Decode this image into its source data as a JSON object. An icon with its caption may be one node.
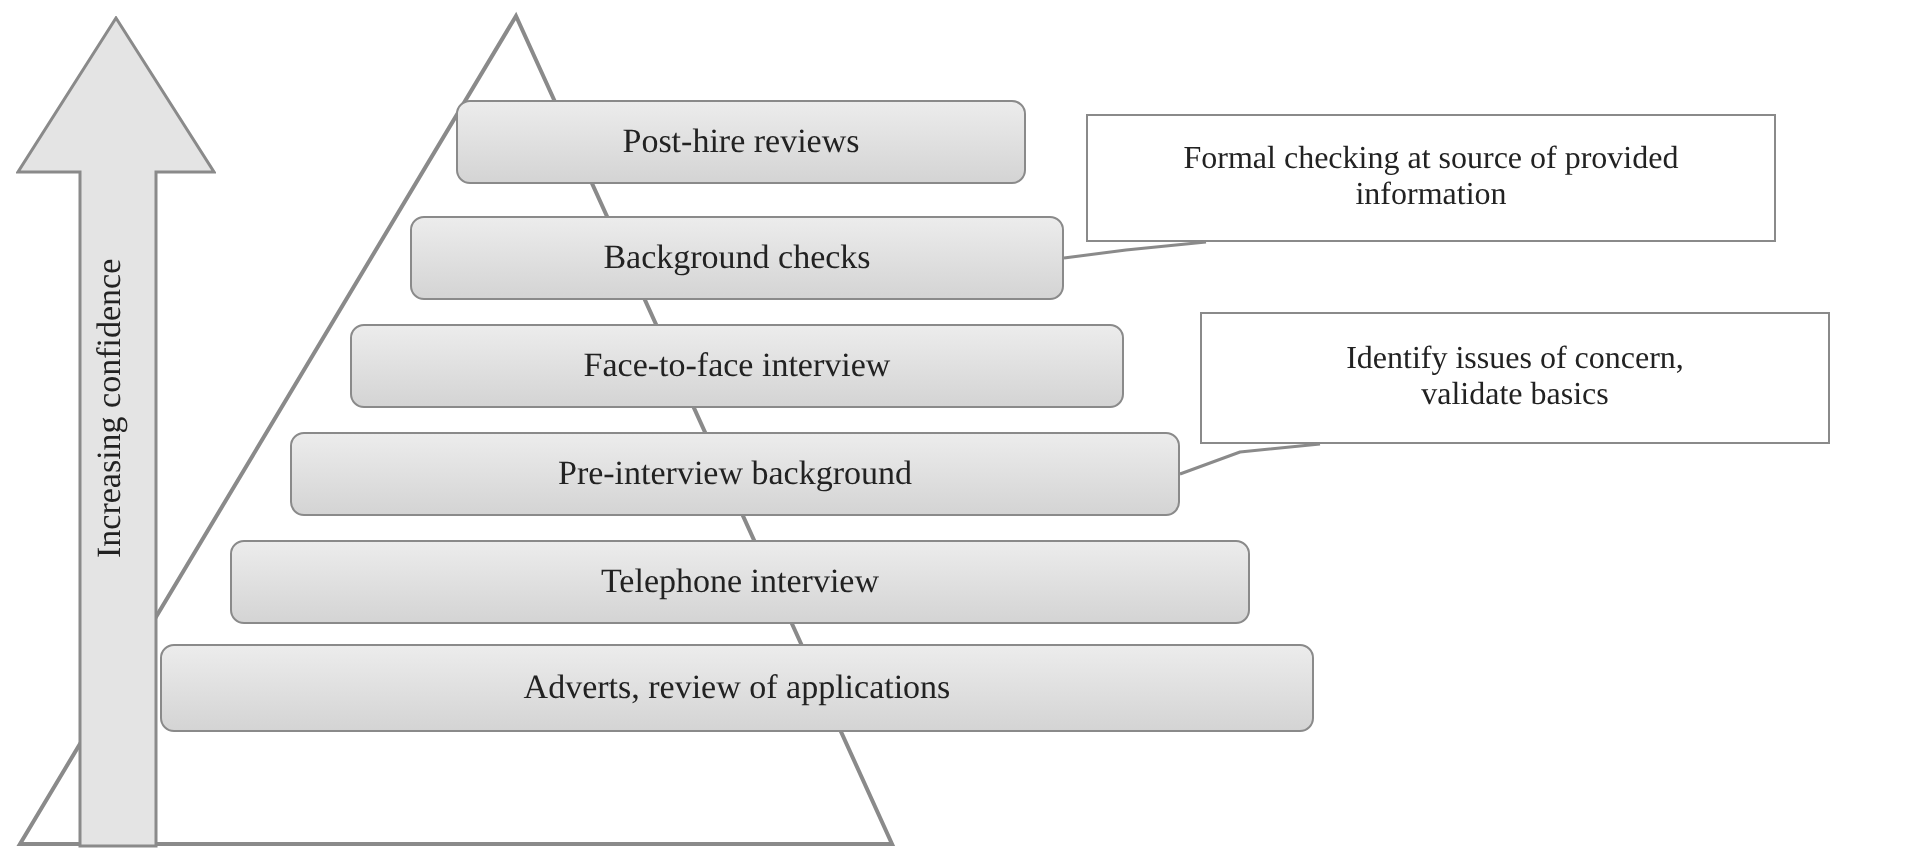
{
  "diagram": {
    "nodes": [
      {
        "text": [
          "Increasing confidence"
        ]
      },
      {
        "text": [
          "Post-hire reviews"
        ]
      },
      {
        "text": [
          "Background checks"
        ]
      },
      {
        "text": [
          "Face-to-face interview"
        ]
      },
      {
        "text": [
          "Pre-interview background"
        ]
      },
      {
        "text": [
          "Telephone interview"
        ]
      },
      {
        "text": [
          "Adverts, review of applications"
        ]
      },
      {
        "text": [
          "Formal checking at source of provided information"
        ]
      },
      {
        "text": [
          "Identify issues of concern, validate basics"
        ]
      }
    ],
    "edges": [
      {
        "from": 7,
        "to": 2,
        "arrow": "none"
      },
      {
        "from": 8,
        "to": 4,
        "arrow": "none"
      }
    ]
  }
}
